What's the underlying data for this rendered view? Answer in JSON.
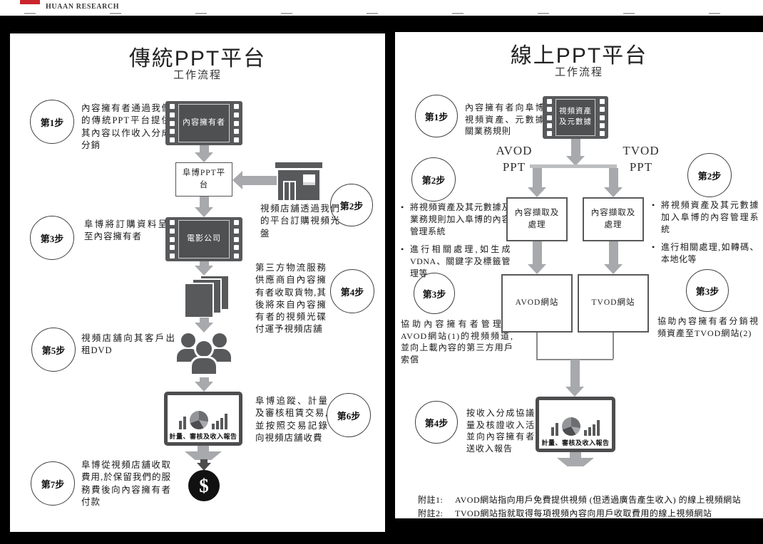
{
  "header": {
    "brand": "HUAAN RESEARCH"
  },
  "colors": {
    "icon_dark": "#58595b",
    "arrow_gray": "#a7a9ac",
    "brand_red": "#c9252c",
    "background": "#000000"
  },
  "left_panel": {
    "title": "傳統PPT平台",
    "subtitle": "工作流程",
    "step1": {
      "label": "第1步",
      "text": "內容擁有者通過我們的傳統PPT平台提供其內容以作收入分成分銷"
    },
    "step2": {
      "label": "第2步",
      "text": "視頻店舖透過我們的平台訂購視頻光盤"
    },
    "step3": {
      "label": "第3步",
      "text": "阜博將訂購資料呈交至內容擁有者"
    },
    "step4": {
      "label": "第4步",
      "text": "第三方物流服務供應商自內容擁有者收取貨物,其後將來自內容擁有者的視頻光碟付運予視頻店舖"
    },
    "step5": {
      "label": "第5步",
      "text": "視頻店舖向其客戶出租DVD"
    },
    "step6": {
      "label": "第6步",
      "text": "阜博追蹤、計量及審核租賃交易,並按照交易記錄向視頻店舖收費"
    },
    "step7": {
      "label": "第7步",
      "text": "阜博從視頻店舖收取費用,於保留我們的服務費後向內容擁有者付款"
    },
    "nodes": {
      "content_owner": "內容擁有者",
      "platform_box": "阜博PPT平台",
      "film_company": "電影公司",
      "report_monitor": "計量、審核及收入報告",
      "dollar_sign": "$"
    }
  },
  "right_panel": {
    "title": "線上PPT平台",
    "subtitle": "工作流程",
    "branch_left": {
      "line1": "AVOD",
      "line2": "PPT"
    },
    "branch_right": {
      "line1": "TVOD",
      "line2": "PPT"
    },
    "step1": {
      "label": "第1步",
      "text": "內容擁有者向阜博提供視頻資產、元數據及相關業務規則"
    },
    "step2_left": {
      "label": "第2步",
      "bullet1": "將視頻資產及其元數據及業務規則加入阜博的內容管理系統",
      "bullet2": "進行相關處理,如生成VDNA、關鍵字及標籤管理等"
    },
    "step2_right": {
      "label": "第2步",
      "bullet1": "將視頻資產及其元數據加入阜博的內容管理系統",
      "bullet2": "進行相關處理,如轉碼、本地化等"
    },
    "step3_left": {
      "label": "第3步",
      "text": "協助內容擁有者管理於AVOD網站(1)的視頻頻道,並向上載內容的第三方用戶索償"
    },
    "step3_right": {
      "label": "第3步",
      "text": "協助內容擁有者分銷視頻資產至TVOD網站(2)"
    },
    "step4": {
      "label": "第4步",
      "text": "按收入分成協議計量及核證收入活動並向內容擁有者發送收入報告"
    },
    "nodes": {
      "video_assets": "視頻資產及元數據",
      "ingest_left": "內容擷取及處理",
      "ingest_right": "內容擷取及處理",
      "avod_site": "AVOD網站",
      "tvod_site": "TVOD網站",
      "report_monitor": "計量、審核及收入報告"
    },
    "footnote1": {
      "label": "附註1:",
      "text": "AVOD網站指向用戶免費提供視頻 (但透過廣告產生收入) 的線上視頻網站"
    },
    "footnote2": {
      "label": "附註2:",
      "text": "TVOD網站指就取得每項視頻內容向用戶收取費用的線上視頻網站"
    }
  }
}
